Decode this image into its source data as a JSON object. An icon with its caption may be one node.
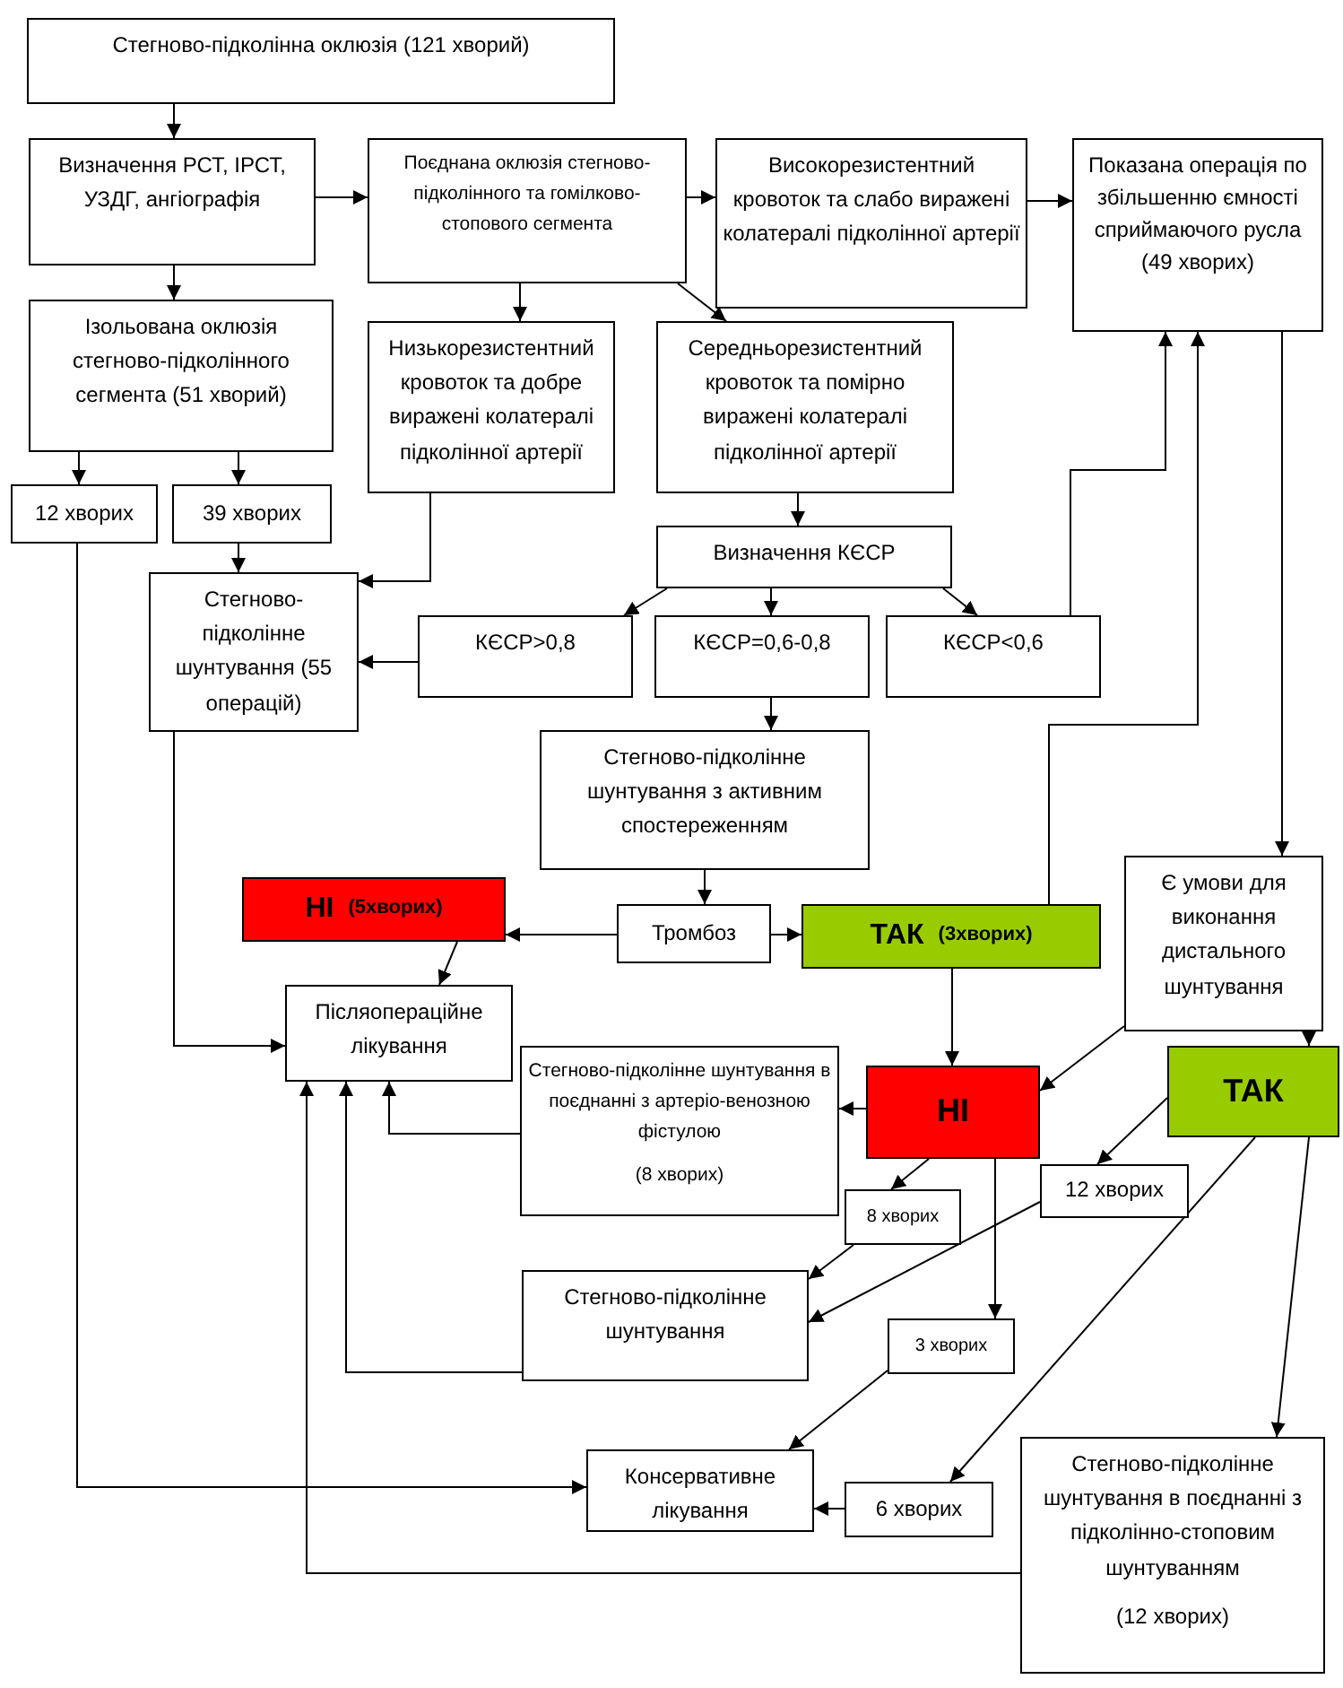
{
  "diagram": {
    "nodes": [
      {
        "text": [
          "Стегново-підколінна оклюзія (121 хворий)"
        ]
      },
      {
        "text": [
          "Визначення РСТ, ІРСТ, УЗДГ, ангіографія"
        ]
      },
      {
        "text": [
          "Поєднана оклюзія стегново-підколінного та гомілково-стопового сегмента"
        ]
      },
      {
        "text": [
          "Високорезистентний кровоток та слабо виражені колатералі підколінної артерії"
        ]
      },
      {
        "text": [
          "Показана операція по збільшенню ємності сприймаючого русла (49 хворих)"
        ]
      },
      {
        "text": [
          "Ізольована оклюзія стегново-підколінного сегмента (51 хворий)"
        ]
      },
      {
        "text": [
          "Низькорезистентний кровоток та добре виражені колатералі підколінної артерії"
        ]
      },
      {
        "text": [
          "Середньорезистентний кровоток та помірно виражені колатералі підколінної артерії"
        ]
      },
      {
        "text": [
          "12 хворих"
        ]
      },
      {
        "text": [
          "39 хворих"
        ]
      },
      {
        "text": [
          "Визначення КЄСР"
        ]
      },
      {
        "text": [
          "Стегново-підколінне шунтування (55 операцій)"
        ]
      },
      {
        "text": [
          "КЄСР>0,8"
        ]
      },
      {
        "text": [
          "КЄСР=0,6-0,8"
        ]
      },
      {
        "text": [
          "КЄСР<0,6"
        ]
      },
      {
        "text": [
          "Стегново-підколінне шунтування з активним спостереженням"
        ]
      },
      {
        "text": [
          "НІ",
          "(5хворих)"
        ]
      },
      {
        "text": [
          "Тромбоз"
        ]
      },
      {
        "text": [
          "ТАК",
          "(3хворих)"
        ]
      },
      {
        "text": [
          "Є умови для виконання дистального шунтування"
        ]
      },
      {
        "text": [
          "Післяопераційне лікування"
        ]
      },
      {
        "text": [
          "Стегново-підколінне шунтування в поєднанні з артеріо-венозною фістулою",
          "(8 хворих)"
        ]
      },
      {
        "text": [
          "НІ"
        ]
      },
      {
        "text": [
          "ТАК"
        ]
      },
      {
        "text": [
          "8 хворих"
        ]
      },
      {
        "text": [
          "12 хворих"
        ]
      },
      {
        "text": [
          "Стегново-підколінне шунтування"
        ]
      },
      {
        "text": [
          "3 хворих"
        ]
      },
      {
        "text": [
          "Консервативне лікування"
        ]
      },
      {
        "text": [
          "6 хворих"
        ]
      },
      {
        "text": [
          "Стегново-підколінне шунтування в поєднанні з підколінно-стоповим шунтуванням",
          "(12 хворих)"
        ]
      }
    ],
    "edges": [
      {
        "from": 0,
        "to": 1,
        "arrow": "to"
      },
      {
        "from": 1,
        "to": 2,
        "arrow": "to"
      },
      {
        "from": 1,
        "to": 5,
        "arrow": "to"
      },
      {
        "from": 2,
        "to": 3,
        "arrow": "to"
      },
      {
        "from": 2,
        "to": 6,
        "arrow": "to"
      },
      {
        "from": 2,
        "to": 7,
        "arrow": "to"
      },
      {
        "from": 3,
        "to": 4,
        "arrow": "to"
      },
      {
        "from": 5,
        "to": 8,
        "arrow": "to"
      },
      {
        "from": 5,
        "to": 9,
        "arrow": "to"
      },
      {
        "from": 9,
        "to": 11,
        "arrow": "to"
      },
      {
        "from": 6,
        "to": 11,
        "arrow": "to"
      },
      {
        "from": 7,
        "to": 10,
        "arrow": "to"
      },
      {
        "from": 10,
        "to": 12,
        "arrow": "to"
      },
      {
        "from": 10,
        "to": 13,
        "arrow": "to"
      },
      {
        "from": 10,
        "to": 14,
        "arrow": "to"
      },
      {
        "from": 12,
        "to": 11,
        "arrow": "to"
      },
      {
        "from": 14,
        "to": 4,
        "arrow": "to"
      },
      {
        "from": 18,
        "to": 4,
        "arrow": "to"
      },
      {
        "from": 4,
        "to": 19,
        "arrow": "to"
      },
      {
        "from": 13,
        "to": 15,
        "arrow": "to"
      },
      {
        "from": 15,
        "to": 17,
        "arrow": "to"
      },
      {
        "from": 17,
        "to": 16,
        "arrow": "to"
      },
      {
        "from": 17,
        "to": 18,
        "arrow": "to"
      },
      {
        "from": 16,
        "to": 20,
        "arrow": "to"
      },
      {
        "from": 11,
        "to": 20,
        "arrow": "to"
      },
      {
        "from": 18,
        "to": 22,
        "arrow": "to"
      },
      {
        "from": 19,
        "to": 22,
        "arrow": "to"
      },
      {
        "from": 19,
        "to": 23,
        "arrow": "to"
      },
      {
        "from": 22,
        "to": 21,
        "arrow": "to"
      },
      {
        "from": 22,
        "to": 24,
        "arrow": "to"
      },
      {
        "from": 22,
        "to": 27,
        "arrow": "to"
      },
      {
        "from": 21,
        "to": 20,
        "arrow": "to"
      },
      {
        "from": 26,
        "to": 20,
        "arrow": "to"
      },
      {
        "from": 30,
        "to": 20,
        "arrow": "to"
      },
      {
        "from": 8,
        "to": 28,
        "arrow": "to"
      },
      {
        "from": 24,
        "to": 26,
        "arrow": "to"
      },
      {
        "from": 25,
        "to": 26,
        "arrow": "to"
      },
      {
        "from": 23,
        "to": 25,
        "arrow": "to"
      },
      {
        "from": 23,
        "to": 29,
        "arrow": "to"
      },
      {
        "from": 23,
        "to": 30,
        "arrow": "to"
      },
      {
        "from": 29,
        "to": 28,
        "arrow": "to"
      },
      {
        "from": 27,
        "to": 28,
        "arrow": "to"
      }
    ]
  }
}
